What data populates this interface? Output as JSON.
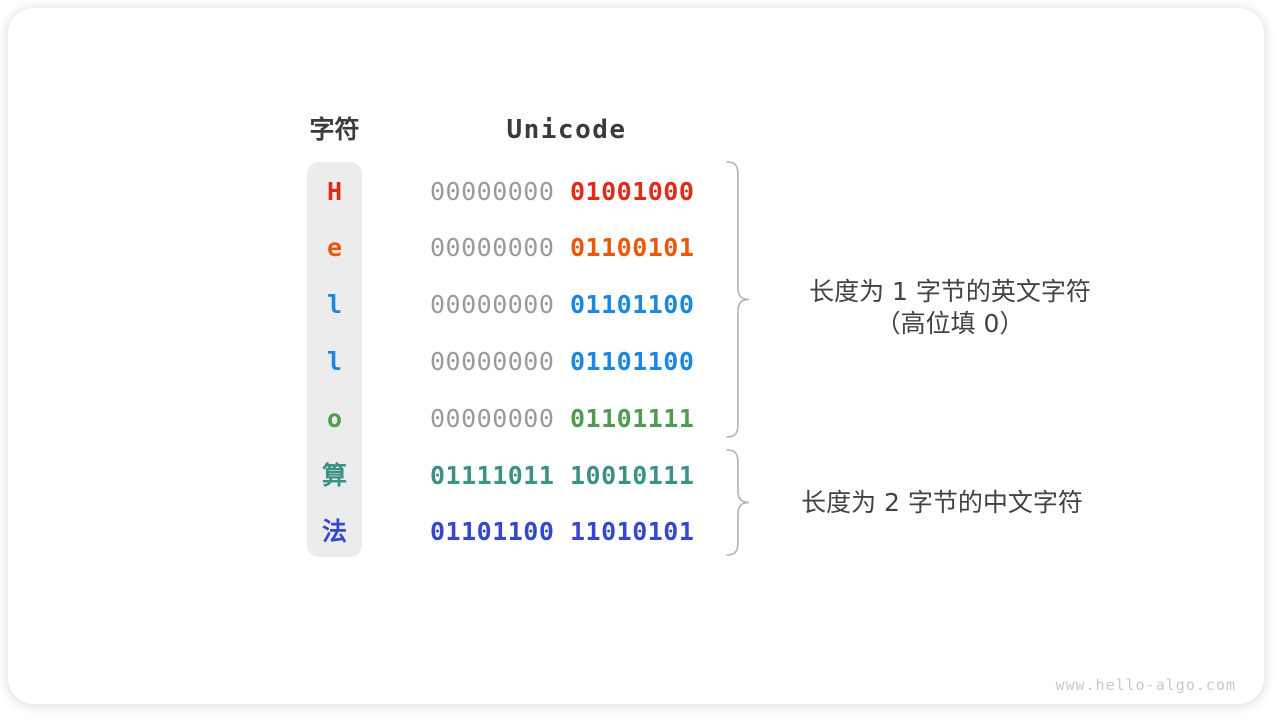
{
  "header": {
    "char_col": "字符",
    "unicode_col": "Unicode"
  },
  "rows": [
    {
      "char": "H",
      "color": "#e02a1a",
      "byte_high": "00000000",
      "high_is_padding": true,
      "byte_low": "01001000"
    },
    {
      "char": "e",
      "color": "#e8590c",
      "byte_high": "00000000",
      "high_is_padding": true,
      "byte_low": "01100101"
    },
    {
      "char": "l",
      "color": "#1c87dc",
      "byte_high": "00000000",
      "high_is_padding": true,
      "byte_low": "01101100"
    },
    {
      "char": "l",
      "color": "#1c87dc",
      "byte_high": "00000000",
      "high_is_padding": true,
      "byte_low": "01101100"
    },
    {
      "char": "o",
      "color": "#4f9b50",
      "byte_high": "00000000",
      "high_is_padding": true,
      "byte_low": "01101111"
    },
    {
      "char": "算",
      "color": "#3a9184",
      "byte_high": "01111011",
      "high_is_padding": false,
      "byte_low": "10010111"
    },
    {
      "char": "法",
      "color": "#3347d1",
      "byte_high": "01101100",
      "high_is_padding": false,
      "byte_low": "11010101"
    }
  ],
  "annotations": [
    {
      "lines": [
        "长度为 1 字节的英文字符",
        "（高位填 0）"
      ]
    },
    {
      "lines": [
        "长度为 2 字节的中文字符"
      ]
    }
  ],
  "watermark": "www.hello-algo.com",
  "colors": {
    "pad_zero": "#9a9a9a",
    "strip_bg": "#ececec",
    "brace": "#b3b3b3",
    "header_text": "#3b3b3b",
    "annotation_text": "#424242",
    "watermark_text": "#c9c9c9"
  }
}
